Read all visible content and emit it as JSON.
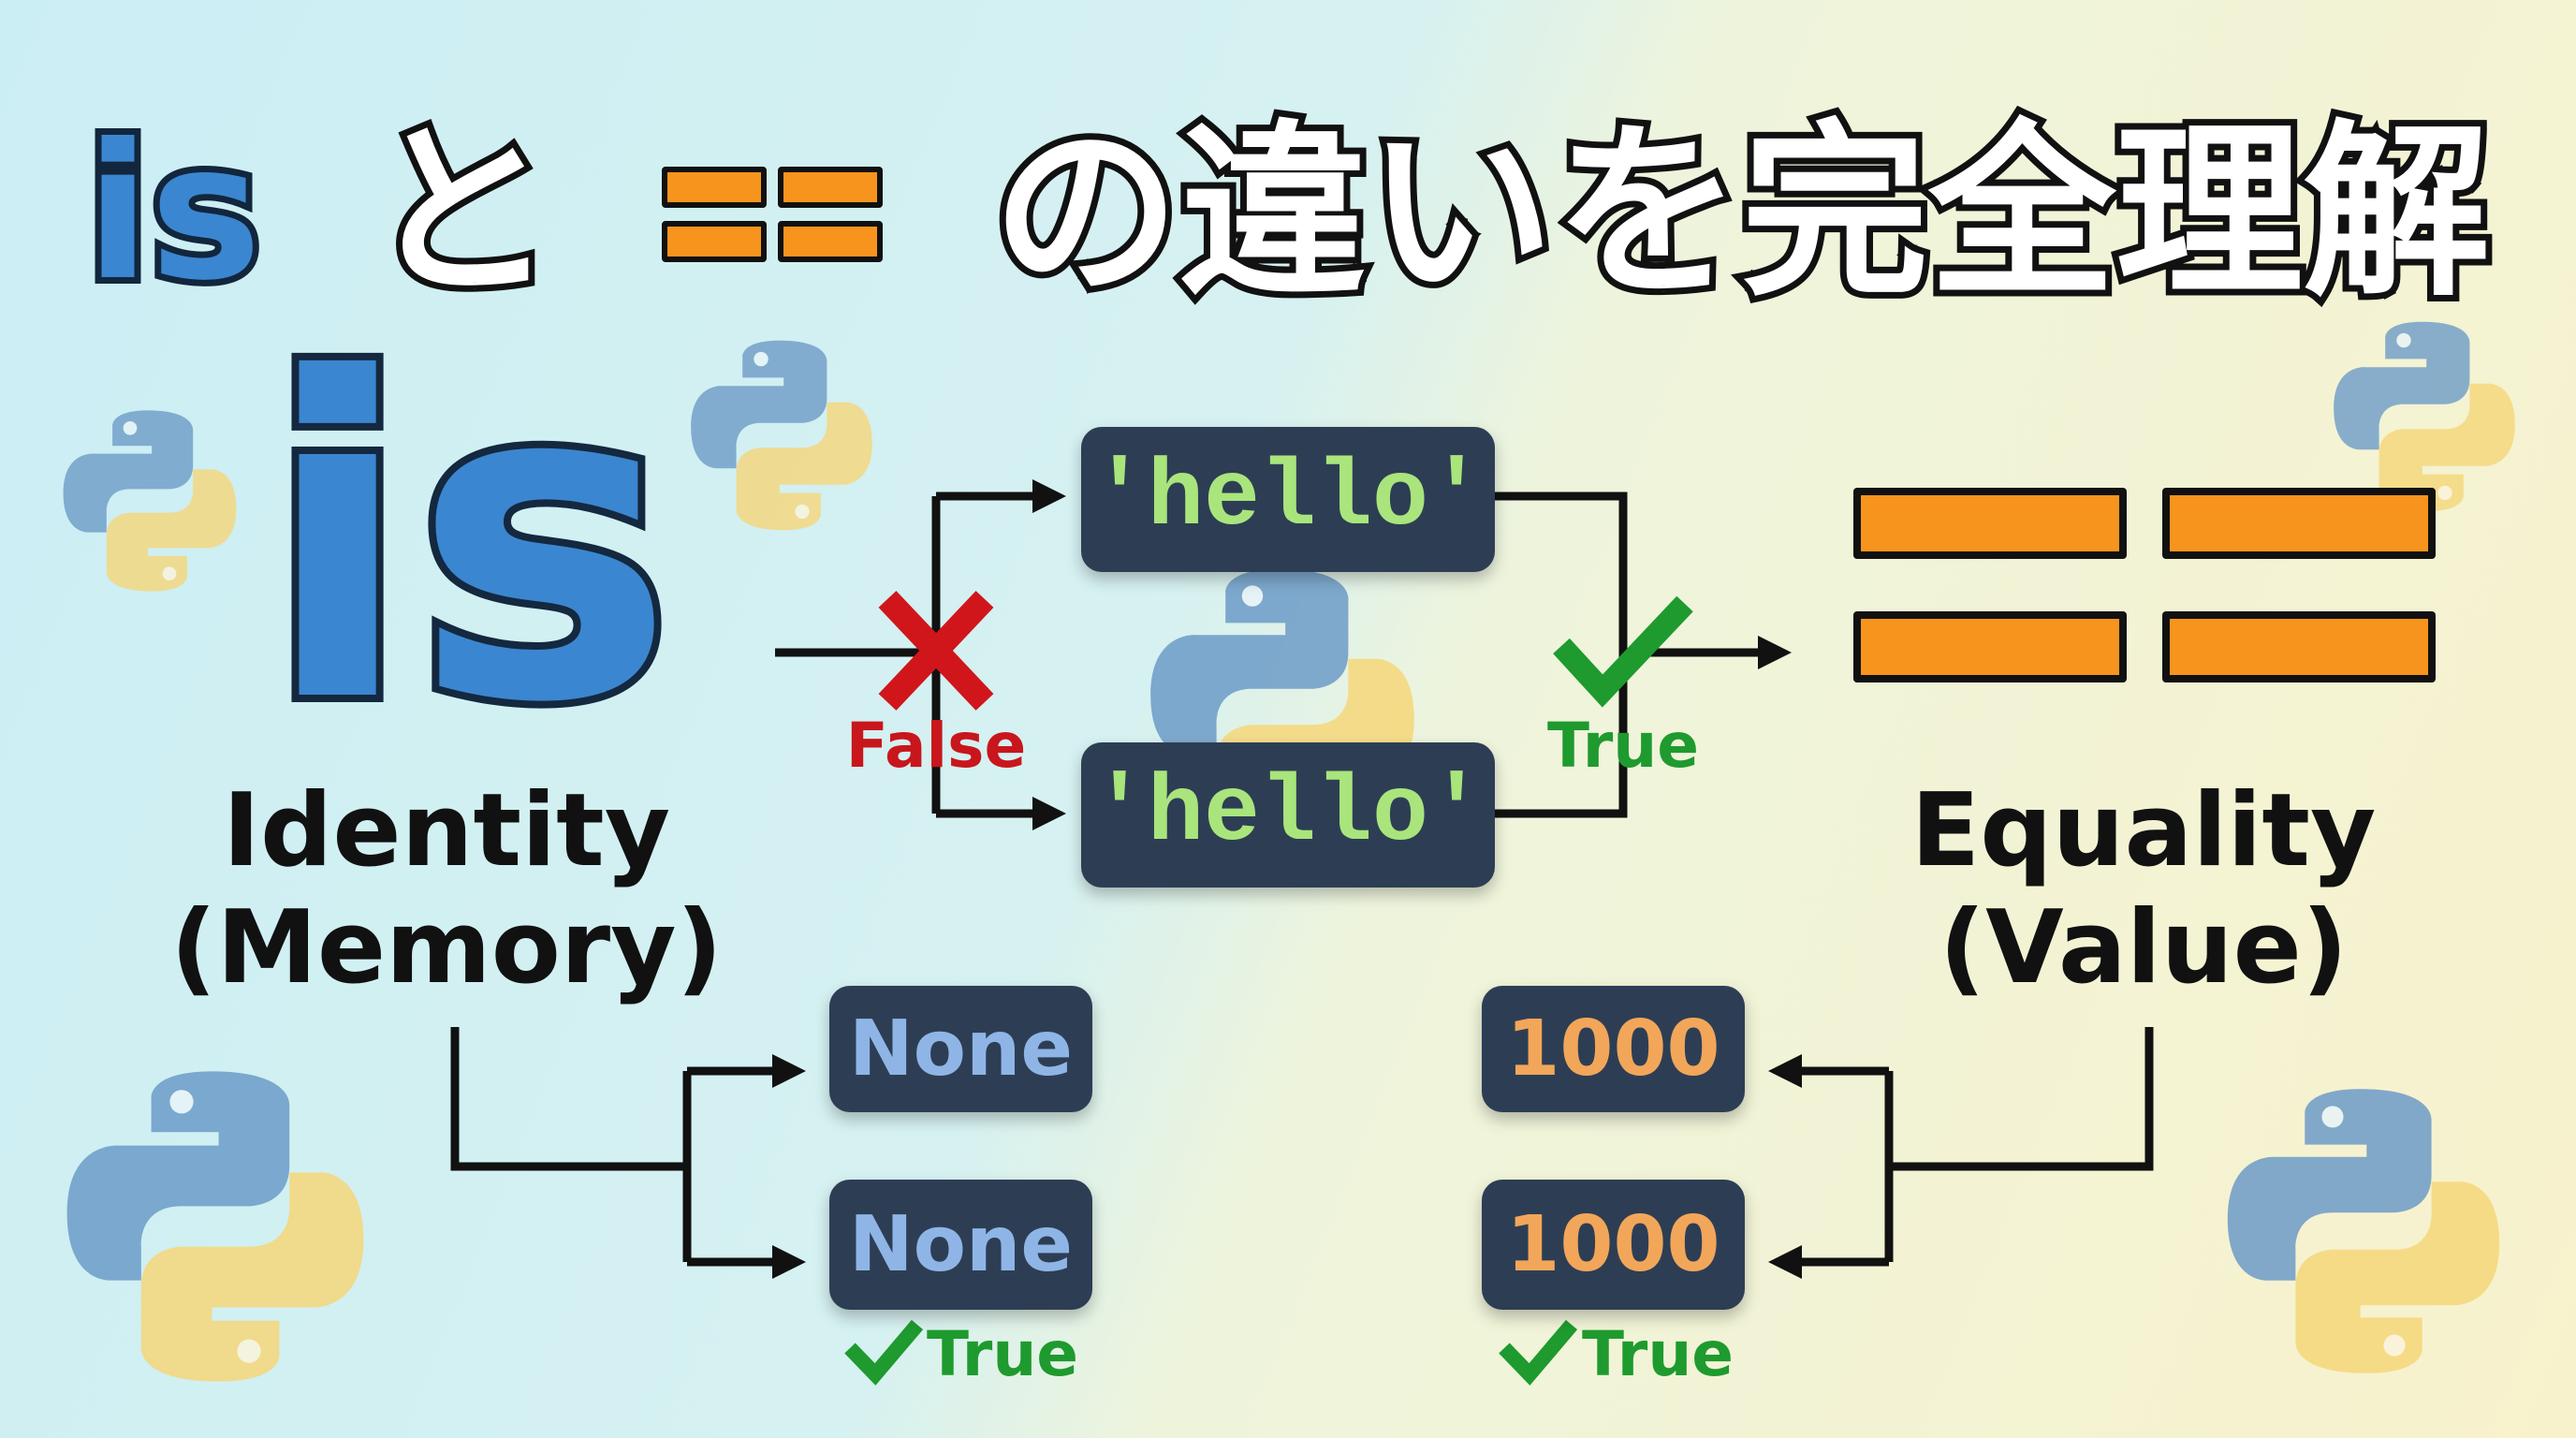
{
  "title": {
    "is": "is",
    "to": "と",
    "eq_symbol": "==",
    "rest": "の違いを完全理解"
  },
  "left": {
    "symbol": "is",
    "label": "Identity",
    "sublabel": "(Memory)"
  },
  "right": {
    "symbol": "==",
    "label": "Equality",
    "sublabel": "(Value)"
  },
  "strings": {
    "top": "'hello'",
    "bottom": "'hello'",
    "is_result": "False",
    "eq_result": "True"
  },
  "none_example": {
    "top": "None",
    "bottom": "None",
    "result": "True"
  },
  "int_example": {
    "top": "1000",
    "bottom": "1000",
    "result": "True"
  },
  "colors": {
    "blue": "#3b86d0",
    "orange": "#f7941d",
    "box": "#2d3e54",
    "green": "#1e9a2e",
    "red": "#d0161b",
    "python_blue": "#6d9cc8",
    "python_yellow": "#f6d77a"
  }
}
